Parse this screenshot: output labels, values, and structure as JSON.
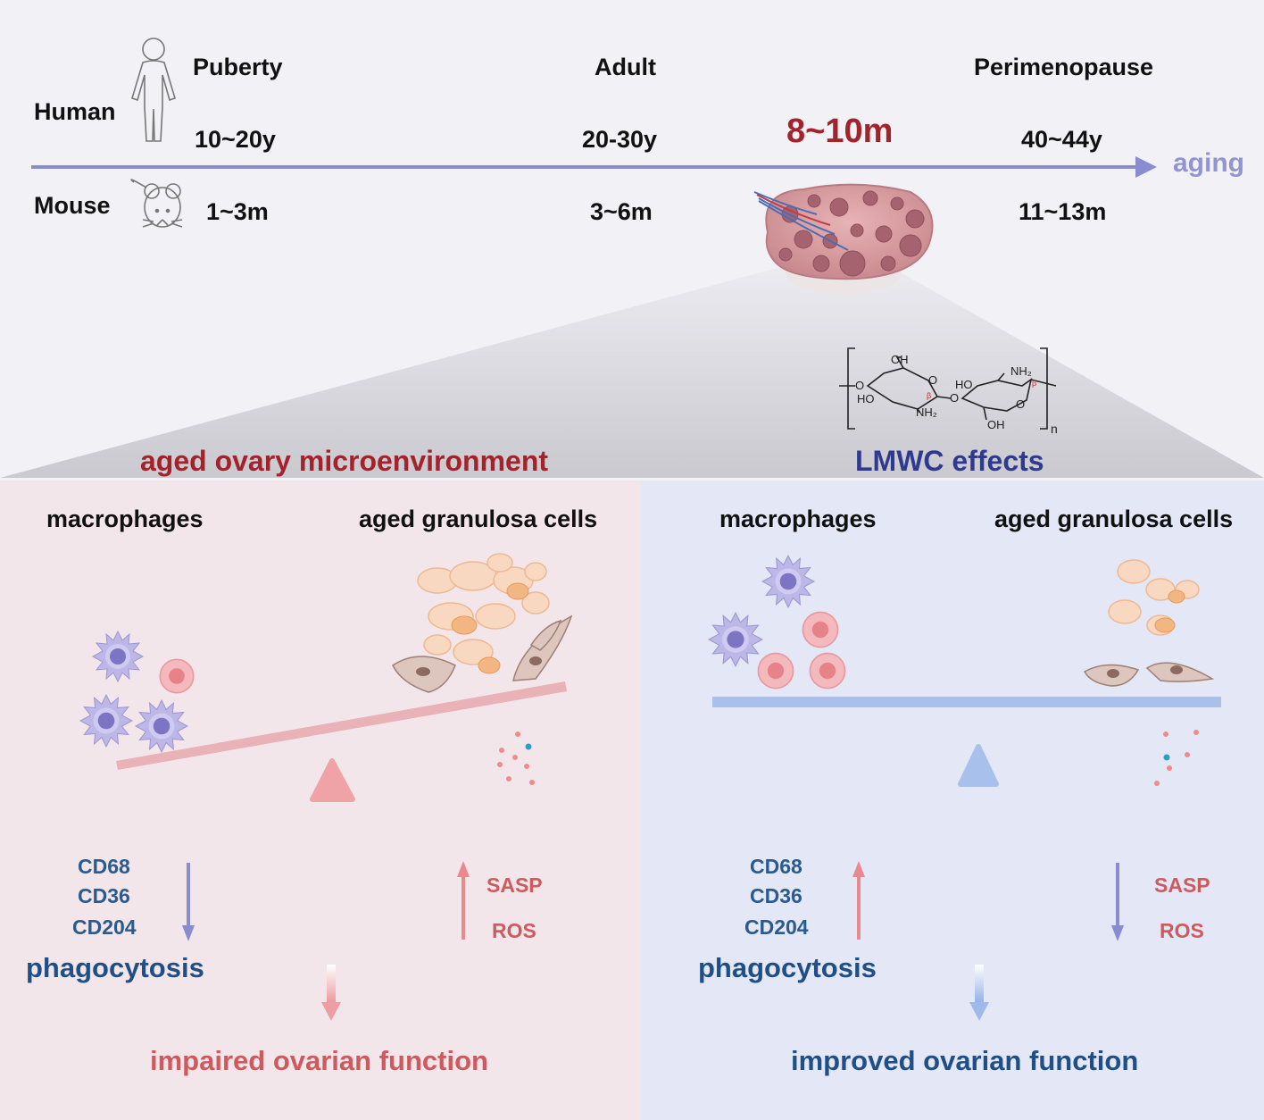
{
  "timeline": {
    "human_label": "Human",
    "mouse_label": "Mouse",
    "aging_label": "aging",
    "highlight_age": "8~10m",
    "stages": [
      {
        "name": "Puberty",
        "human": "10~20y",
        "mouse": "1~3m"
      },
      {
        "name": "Adult",
        "human": "20-30y",
        "mouse": "3~6m"
      },
      {
        "name": "Perimenopause",
        "human": "40~44y",
        "mouse": "11~13m"
      }
    ]
  },
  "molecule": {
    "oh_top": "OH",
    "ho_left": "HO",
    "nh2_left": "NH₂",
    "beta_left": "β",
    "ho_right": "HO",
    "nh2_right": "NH₂",
    "beta_right": "β",
    "oh_bottom": "OH",
    "o_left": "O",
    "o_mid": "O",
    "o_ring_left": "O",
    "o_ring_right": "O",
    "n": "n"
  },
  "left_panel": {
    "title": "aged ovary microenvironment",
    "macrophages": "macrophages",
    "granulosa": "aged granulosa cells",
    "markers": [
      "CD68",
      "CD36",
      "CD204"
    ],
    "phagocytosis": "phagocytosis",
    "factors": [
      "SASP",
      "ROS"
    ],
    "outcome": "impaired ovarian function"
  },
  "right_panel": {
    "title": "LMWC effects",
    "macrophages": "macrophages",
    "granulosa": "aged granulosa cells",
    "markers": [
      "CD68",
      "CD36",
      "CD204"
    ],
    "phagocytosis": "phagocytosis",
    "factors": [
      "SASP",
      "ROS"
    ],
    "outcome": "improved ovarian function"
  },
  "colors": {
    "timeline": "#8a8cd2",
    "highlight": "#a3232a",
    "left_title": "#a3232a",
    "right_title": "#2f3a8f",
    "left_bg": "#f3e6ea",
    "right_bg": "#e3e7f6",
    "marker_text": "#2a5a8e",
    "factor_text": "#cf5a5e"
  }
}
